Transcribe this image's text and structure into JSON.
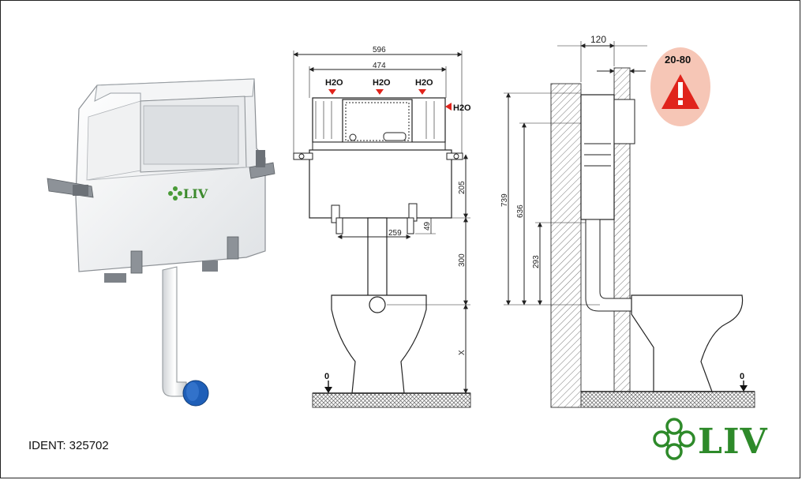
{
  "ident_label": "IDENT: 325702",
  "brand": {
    "name": "LIV",
    "color": "#2e8a2a"
  },
  "product_logo": "LIV",
  "front_view": {
    "width_total": "596",
    "width_inner": "474",
    "inlet_labels": [
      "H2O",
      "H2O",
      "H2O",
      "H2O"
    ],
    "dim_205": "205",
    "dim_259": "259",
    "dim_49": "49",
    "dim_300": "300",
    "dim_x": "X",
    "floor_label": "0"
  },
  "side_view": {
    "depth": "120",
    "wall_thickness_label": "20-80",
    "dim_739": "739",
    "dim_636": "636",
    "dim_293": "293",
    "floor_label": "0"
  },
  "warning_color": "#e0231b"
}
